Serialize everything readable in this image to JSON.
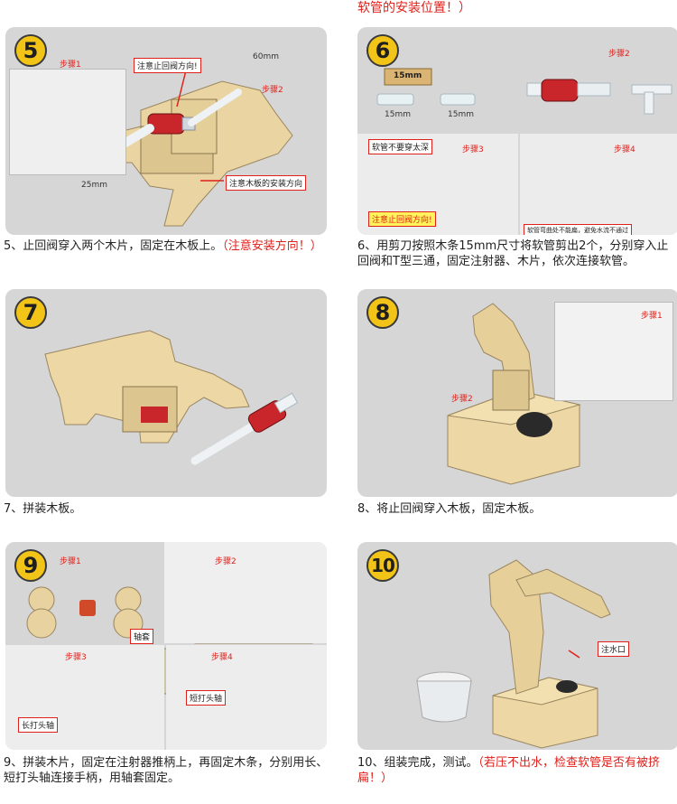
{
  "top_note": "软管的安装位置！）",
  "steps": [
    {
      "number": "5",
      "caption_main": "5、止回阀穿入两个木片，固定在木板上。",
      "caption_red": "（注意安装方向！）",
      "labels": {
        "step1": "步骤1",
        "step2": "步骤2",
        "note_valve": "注意止回阀方向!",
        "note_board": "注意木板的安装方向",
        "dim_60": "60mm",
        "dim_25": "25mm"
      }
    },
    {
      "number": "6",
      "caption_main": "6、用剪刀按照木条15mm尺寸将软管剪出2个，分别穿入止回阀和T型三通，固定注射器、木片，依次连接软管。",
      "labels": {
        "ruler": "15mm",
        "step2": "步骤2",
        "dim_a": "15mm",
        "dim_b": "15mm",
        "step3": "步骤3",
        "step4": "步骤4",
        "note_deep": "软管不要穿太深",
        "note_valve": "注意止回阀方向!",
        "note_bend": "软管弯曲处不能扁，避免水流不通过"
      }
    },
    {
      "number": "7",
      "caption_main": "7、拼装木板。"
    },
    {
      "number": "8",
      "caption_main": "8、将止回阀穿入木板，固定木板。",
      "labels": {
        "step1": "步骤1",
        "step2": "步骤2"
      }
    },
    {
      "number": "9",
      "caption_main": "9、拼装木片，固定在注射器推柄上，再固定木条，分别用长、短打头轴连接手柄，用轴套固定。",
      "labels": {
        "step1": "步骤1",
        "step2": "步骤2",
        "step3": "步骤3",
        "step4": "步骤4",
        "sleeve": "轴套",
        "long_axle": "长打头轴",
        "short_axle": "短打头轴"
      }
    },
    {
      "number": "10",
      "caption_main": "10、组装完成，测试。",
      "caption_red": "（若压不出水，检查软管是否有被挤扁！）",
      "labels": {
        "inlet": "注水口"
      }
    }
  ]
}
